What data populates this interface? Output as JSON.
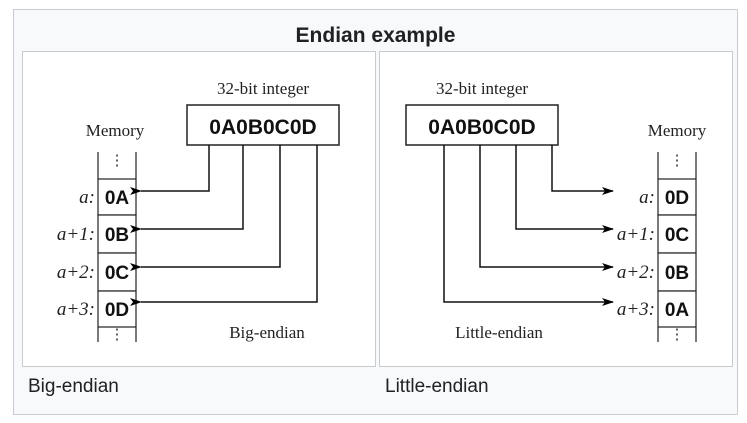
{
  "title": "Endian example",
  "panels": [
    {
      "caption": "Big-endian",
      "integer_label": "32-bit integer",
      "integer_value": "0A0B0C0D",
      "memory_label": "Memory",
      "diagram_label": "Big-endian",
      "dots": "⋮",
      "addresses": [
        "a:",
        "a+1:",
        "a+2:",
        "a+3:"
      ],
      "cells": [
        "0A",
        "0B",
        "0C",
        "0D"
      ]
    },
    {
      "caption": "Little-endian",
      "integer_label": "32-bit integer",
      "integer_value": "0A0B0C0D",
      "memory_label": "Memory",
      "diagram_label": "Little-endian",
      "dots": "⋮",
      "addresses": [
        "a:",
        "a+1:",
        "a+2:",
        "a+3:"
      ],
      "cells": [
        "0D",
        "0C",
        "0B",
        "0A"
      ]
    }
  ]
}
